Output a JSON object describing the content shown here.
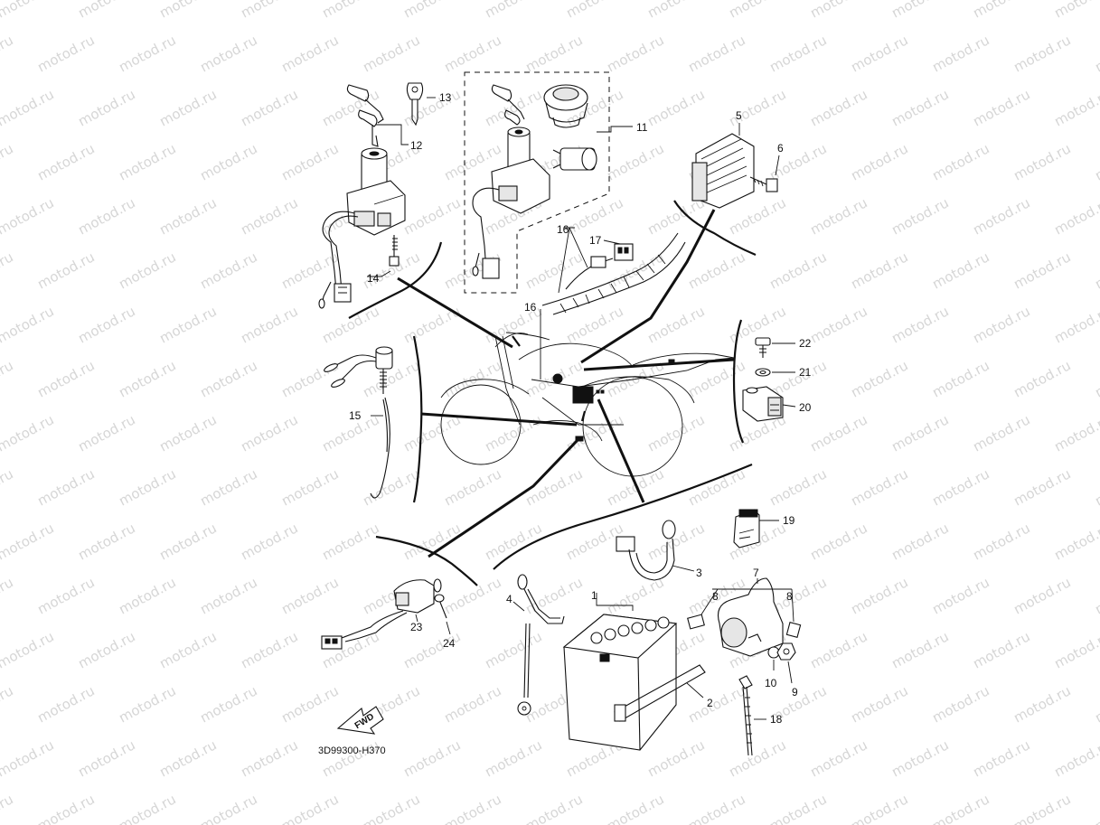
{
  "watermark": "motod.ru",
  "diagram_code": "3D99300-H370",
  "fwd_badge": "FWD",
  "callouts": {
    "p1": "1",
    "p2": "2",
    "p3": "3",
    "p4": "4",
    "p5": "5",
    "p6": "6",
    "p7": "7",
    "p8a": "8",
    "p8b": "8",
    "p9": "9",
    "p10": "10",
    "p11": "11",
    "p12": "12",
    "p13": "13",
    "p14": "14",
    "p15": "15",
    "p16a": "16",
    "p16b": "16",
    "p17": "17",
    "p18": "18",
    "p19": "19",
    "p20": "20",
    "p21": "21",
    "p22": "22",
    "p23": "23",
    "p24": "24"
  }
}
